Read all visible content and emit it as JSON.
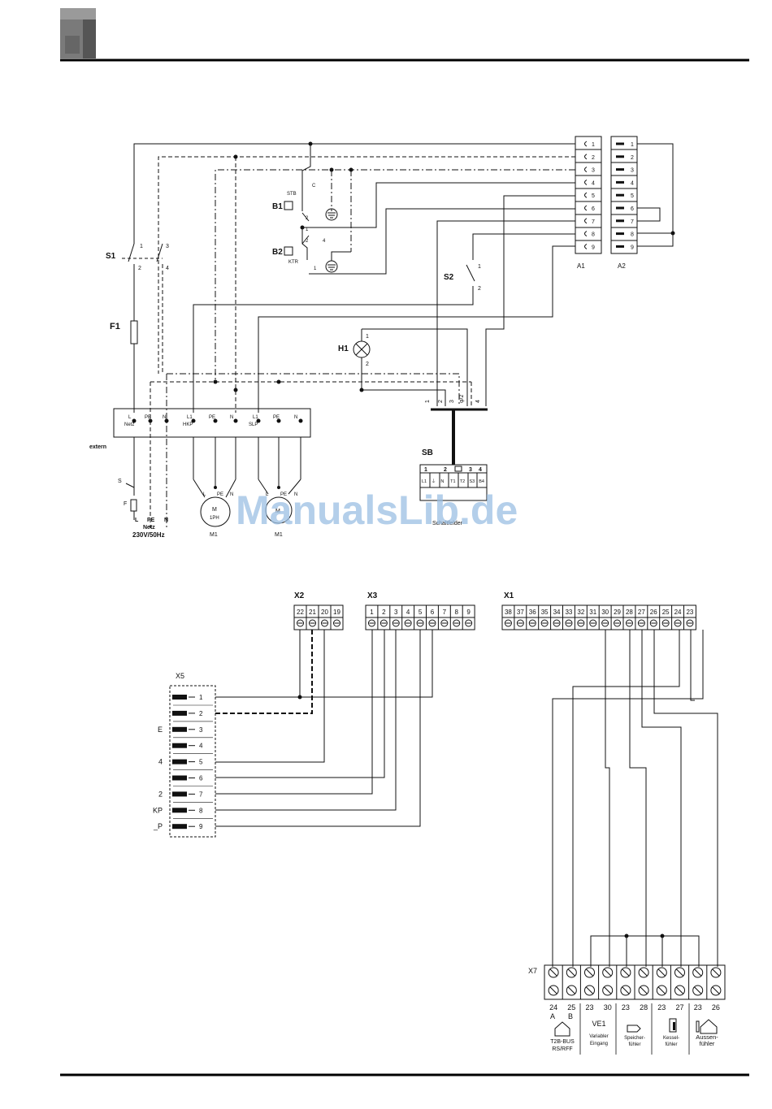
{
  "watermark": "ManualsLib.de",
  "upper": {
    "a1": {
      "name": "A1",
      "pins": [
        "1",
        "2",
        "3",
        "4",
        "5",
        "6",
        "7",
        "8",
        "9"
      ]
    },
    "a2": {
      "name": "A2",
      "pins": [
        "1",
        "2",
        "3",
        "4",
        "5",
        "6",
        "7",
        "8",
        "9"
      ]
    },
    "switches": {
      "s1": {
        "name": "S1",
        "p1": "1",
        "p2": "2",
        "p3": "3",
        "p4": "4"
      },
      "s2": {
        "name": "S2",
        "p1": "1",
        "p2": "2"
      }
    },
    "fuse": "F1",
    "lamp": {
      "name": "H1",
      "p1": "1",
      "p2": "2"
    },
    "b1": {
      "name": "B1",
      "sub": "STB",
      "c": "C",
      "p2": "2",
      "p1": "1"
    },
    "b2": {
      "name": "B2",
      "sub": "KTR",
      "p2": "2",
      "p4": "4",
      "p1": "1"
    },
    "terminal": {
      "cells": [
        {
          "top": "L",
          "bot": "Netz"
        },
        {
          "top": "PE",
          "bot": ""
        },
        {
          "top": "N",
          "bot": ""
        },
        {
          "top": "L1",
          "bot": "HKP"
        },
        {
          "top": "PE",
          "bot": ""
        },
        {
          "top": "N",
          "bot": ""
        },
        {
          "top": "L1",
          "bot": "SLP"
        },
        {
          "top": "PE",
          "bot": ""
        },
        {
          "top": "N",
          "bot": ""
        }
      ]
    },
    "extern": "extern",
    "supply": {
      "s": "S",
      "f": "F",
      "l": "L",
      "pe": "PE",
      "n": "N",
      "netz": "Netz",
      "voltage": "230V/50Hz"
    },
    "motor1": {
      "name": "M1",
      "inner1": "M",
      "inner2": "1PH",
      "l": "L",
      "pe": "PE",
      "n": "N"
    },
    "motor2": {
      "name": "M1",
      "inner1": "M",
      "l": "L",
      "pe": "PE",
      "n": "N"
    },
    "sb": {
      "name": "SB",
      "head": [
        "1",
        "2",
        "3",
        "4"
      ],
      "cells": [
        "L1",
        "⏚",
        "N",
        "T1",
        "T2",
        "S3",
        "B4"
      ],
      "caption": "Schaltfelder"
    },
    "sb_pins": [
      "1",
      "2",
      "3",
      "φ/2",
      "4"
    ]
  },
  "lower": {
    "x2": {
      "name": "X2",
      "pins": [
        "22",
        "21",
        "20",
        "19"
      ]
    },
    "x3": {
      "name": "X3",
      "pins": [
        "1",
        "2",
        "3",
        "4",
        "5",
        "6",
        "7",
        "8",
        "9"
      ]
    },
    "x1": {
      "name": "X1",
      "pins": [
        "38",
        "37",
        "36",
        "35",
        "34",
        "33",
        "32",
        "31",
        "30",
        "29",
        "28",
        "27",
        "26",
        "25",
        "24",
        "23"
      ]
    },
    "x5": {
      "name": "X5",
      "pins": [
        "1",
        "2",
        "3",
        "4",
        "5",
        "6",
        "7",
        "8",
        "9"
      ],
      "side_labels": [
        "",
        "",
        "E",
        "",
        "4",
        "",
        "2",
        "KP",
        "_P"
      ]
    },
    "x7": {
      "name": "X7",
      "pins": [
        "24",
        "25",
        "23",
        "30",
        "23",
        "28",
        "23",
        "27",
        "23",
        "26"
      ],
      "letters": [
        "A",
        "B"
      ],
      "groups": [
        {
          "line1": "T2B-BUS",
          "line2": "RS/RFF"
        },
        {
          "line1": "VE1",
          "line2": "Variabler",
          "line3": "Eingang"
        },
        {
          "line1": "Speicher-",
          "line2": "fühler"
        },
        {
          "line1": "Kessel-",
          "line2": "fühler"
        },
        {
          "line1": "Aussen-",
          "line2": "fühler"
        }
      ]
    }
  }
}
